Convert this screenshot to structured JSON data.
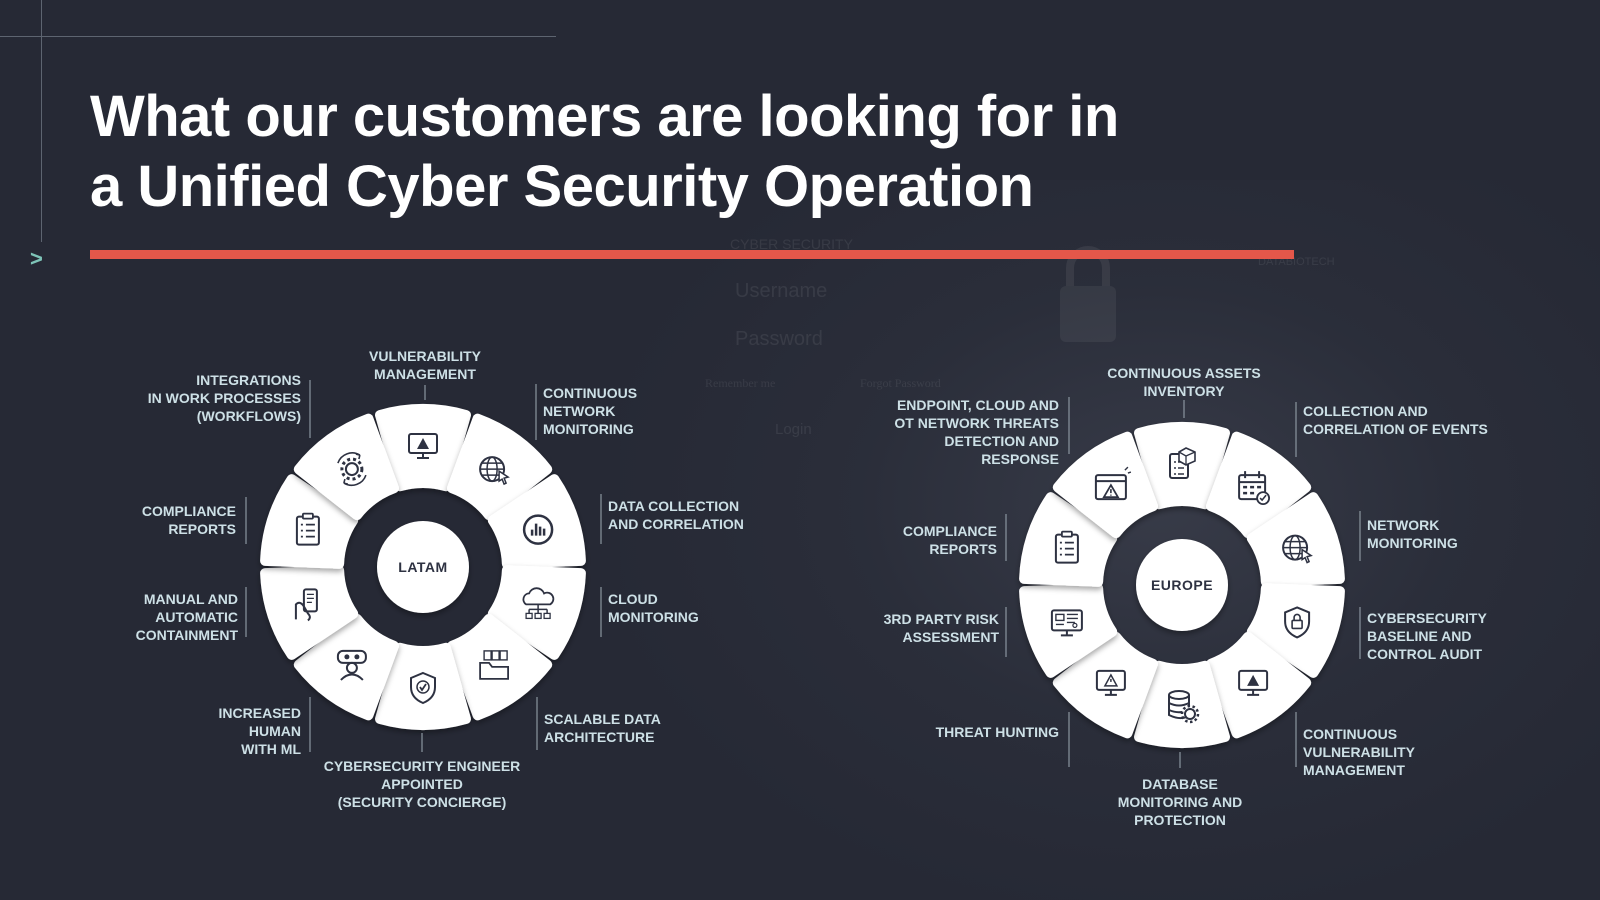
{
  "title": {
    "line1": "What our customers are looking for in",
    "line2": "a Unified Cyber Security Operation"
  },
  "decor": {
    "chevron": ">",
    "faint_texts": [
      "CYBER SECURITY",
      "Username",
      "Password",
      "Remember me",
      "Forgot Password",
      "Login",
      "DATABIOTECH"
    ]
  },
  "colors": {
    "background": "#262935",
    "accent": "#e4574a",
    "label": "#cde0e6",
    "segment": "#ffffff",
    "hub_text": "#2e3242"
  },
  "latam": {
    "hub": "LATAM",
    "segments": [
      {
        "icon": "monitor-warning-icon",
        "lines": [
          "VULNERABILITY",
          "MANAGEMENT"
        ]
      },
      {
        "icon": "globe-cursor-icon",
        "lines": [
          "CONTINUOUS",
          "NETWORK",
          "MONITORING"
        ]
      },
      {
        "icon": "bar-chart-circle-icon",
        "lines": [
          "DATA COLLECTION",
          "AND CORRELATION"
        ]
      },
      {
        "icon": "cloud-network-icon",
        "lines": [
          "CLOUD",
          "MONITORING"
        ]
      },
      {
        "icon": "folder-files-icon",
        "lines": [
          "SCALABLE DATA",
          "ARCHITECTURE"
        ]
      },
      {
        "icon": "shield-check-icon",
        "lines": [
          "CYBERSECURITY ENGINEER",
          "APPOINTED",
          "(SECURITY CONCIERGE)"
        ]
      },
      {
        "icon": "vr-headset-person-icon",
        "lines": [
          "INCREASED",
          "HUMAN",
          "WITH ML"
        ]
      },
      {
        "icon": "hand-phone-icon",
        "lines": [
          "MANUAL  AND",
          "AUTOMATIC",
          "CONTAINMENT"
        ]
      },
      {
        "icon": "clipboard-list-icon",
        "lines": [
          "COMPLIANCE",
          "REPORTS"
        ]
      },
      {
        "icon": "gear-cycle-icon",
        "lines": [
          "INTEGRATIONS",
          "IN WORK PROCESSES",
          "(WORKFLOWS)"
        ]
      }
    ]
  },
  "europe": {
    "hub": "EUROPE",
    "segments": [
      {
        "icon": "clipboard-box-icon",
        "lines": [
          "CONTINUOUS ASSETS",
          "INVENTORY"
        ]
      },
      {
        "icon": "calendar-check-icon",
        "lines": [
          "COLLECTION AND",
          "CORRELATION OF EVENTS"
        ]
      },
      {
        "icon": "globe-cursor-icon",
        "lines": [
          "NETWORK",
          "MONITORING"
        ]
      },
      {
        "icon": "shield-lock-icon",
        "lines": [
          "CYBERSECURITY",
          "BASELINE AND",
          "CONTROL AUDIT"
        ]
      },
      {
        "icon": "monitor-warning-icon",
        "lines": [
          "CONTINUOUS",
          "VULNERABILITY",
          "MANAGEMENT"
        ]
      },
      {
        "icon": "database-gear-icon",
        "lines": [
          "DATABASE",
          "MONITORING AND",
          "PROTECTION"
        ]
      },
      {
        "icon": "monitor-alert-icon",
        "lines": [
          "THREAT HUNTING"
        ]
      },
      {
        "icon": "dashboard-monitor-icon",
        "lines": [
          "3RD PARTY RISK",
          "ASSESSMENT"
        ]
      },
      {
        "icon": "clipboard-list-icon",
        "lines": [
          "COMPLIANCE",
          "REPORTS"
        ]
      },
      {
        "icon": "browser-warning-icon",
        "lines": [
          "ENDPOINT, CLOUD AND",
          "OT NETWORK THREATS",
          "DETECTION AND",
          "RESPONSE"
        ]
      }
    ]
  }
}
